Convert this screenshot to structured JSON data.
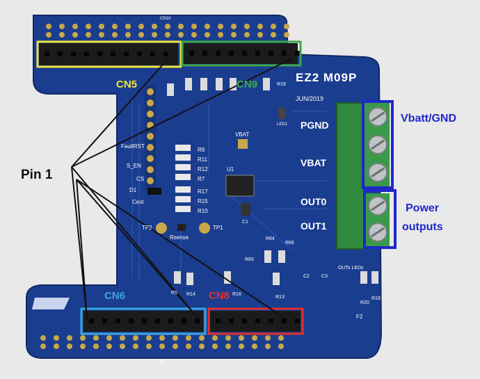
{
  "image": {
    "description_free": true
  },
  "board": {
    "title": "EZ2 M09P",
    "date": "JUN/2019",
    "terminal_labels": [
      "PGND",
      "VBAT",
      "OUT0",
      "OUT1"
    ],
    "small_labels": {
      "vbat_tp": "VBAT",
      "tp2": "TP2",
      "tp1": "TP1",
      "rsense": "Rsense",
      "u1": "U1",
      "cn10": "CN10",
      "cn7": "CN7",
      "f2": "F2",
      "fault_rst": "FaultRST",
      "s_en": "S_EN",
      "cs": "CS",
      "cext": "Cext",
      "d1": "D1",
      "led1": "LED1",
      "c1": "C1",
      "r9": "R9",
      "r11": "R11",
      "r12": "R12",
      "r7": "R7",
      "r17": "R17",
      "r15": "R15",
      "r10": "R10",
      "r64": "R64",
      "r65": "R65",
      "r66": "R66",
      "r16": "R16",
      "r13": "R13",
      "r20": "R20",
      "r19": "R19",
      "r5": "R5",
      "r14": "R14",
      "r18": "R18",
      "c2": "C2",
      "c3": "C3",
      "outs_leds": "OUTs LEDs"
    }
  },
  "annotations": {
    "cn5": "CN5",
    "cn9": "CN9",
    "cn6": "CN6",
    "cn8": "CN8",
    "pin1": "Pin 1",
    "vbatt_gnd": "Vbatt/GND",
    "power": "Power",
    "outputs": "outputs"
  },
  "colors": {
    "pcb": "#1a3d8f",
    "pcb_dark": "#163478",
    "header": "#1b1b1b",
    "pad": "#c8a84a",
    "terminal": "#2f8a3e",
    "cn5": "#f3e43a",
    "cn9": "#3fa84a",
    "cn6": "#3aa7e0",
    "cn8": "#e0312b",
    "vbatt_box": "#1f27c9",
    "blue_text": "#1f27c9",
    "pin1_line": "#111111"
  }
}
